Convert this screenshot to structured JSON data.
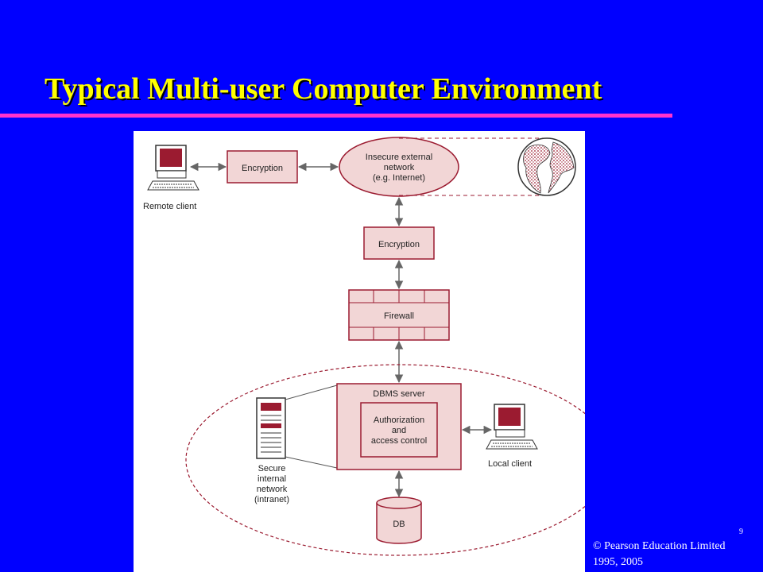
{
  "slide": {
    "title": "Typical Multi-user Computer Environment",
    "page_number": "9",
    "copyright_line1": "© Pearson Education Limited",
    "copyright_line2": "1995, 2005"
  },
  "diagram": {
    "remote_client": "Remote client",
    "encryption_top": "Encryption",
    "insecure_network": [
      "Insecure external",
      "network",
      "(e.g. Internet)"
    ],
    "encryption_mid": "Encryption",
    "firewall": "Firewall",
    "dbms_server": "DBMS server",
    "authorization": [
      "Authorization",
      "and",
      "access control"
    ],
    "local_client": "Local client",
    "secure_network": [
      "Secure",
      "internal",
      "network",
      "(intranet)"
    ],
    "db": "DB"
  },
  "colors": {
    "background": "#0000ff",
    "title": "#ffff00",
    "rule": "#ff33cc",
    "box_fill": "#f2d6d6",
    "box_stroke": "#9b1b30"
  }
}
